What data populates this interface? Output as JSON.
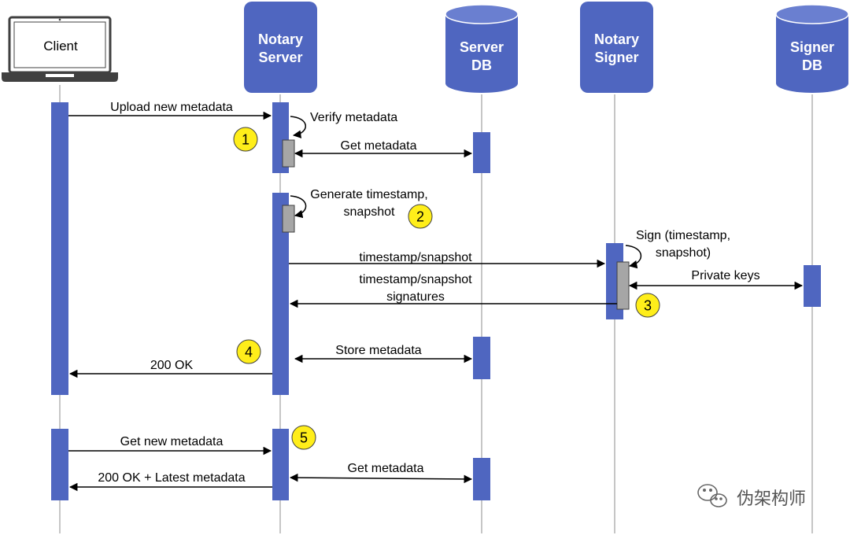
{
  "participants": {
    "client": "Client",
    "notary_server": [
      "Notary",
      "Server"
    ],
    "server_db": [
      "Server",
      "DB"
    ],
    "notary_signer": [
      "Notary",
      "Signer"
    ],
    "signer_db": [
      "Signer",
      "DB"
    ]
  },
  "messages": {
    "upload": "Upload new metadata",
    "verify": "Verify metadata",
    "get_metadata_1": "Get metadata",
    "generate": [
      "Generate timestamp,",
      "snapshot"
    ],
    "ts_snapshot": "timestamp/snapshot",
    "sign": [
      "Sign (timestamp,",
      "snapshot)"
    ],
    "private_keys": "Private keys",
    "signatures": [
      "timestamp/snapshot",
      "signatures"
    ],
    "store": "Store metadata",
    "ok": "200 OK",
    "get_new": "Get new metadata",
    "get_metadata_2": "Get metadata",
    "ok_latest": "200 OK + Latest metadata"
  },
  "steps": [
    "1",
    "2",
    "3",
    "4",
    "5"
  ],
  "watermark": "伪架构师",
  "colors": {
    "participant": "#4f66c0",
    "activation": "#4f66c0",
    "self_activation": "#a6a6a6",
    "step_badge": "#ffee1a",
    "lifeline": "#b3b3b3"
  }
}
